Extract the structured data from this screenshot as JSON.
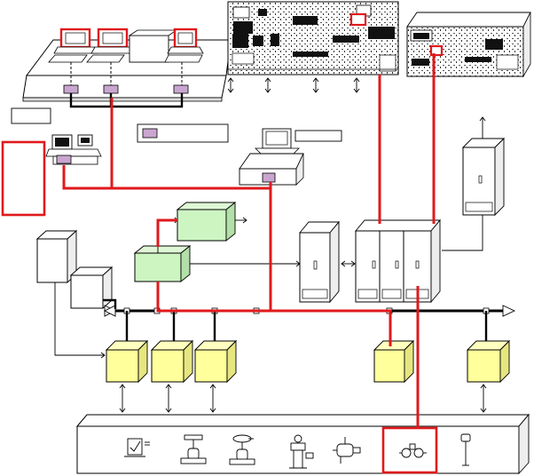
{
  "diagram": {
    "title": "",
    "labels": [],
    "legend_label": "",
    "colors": {
      "signal_path": "#e0191c",
      "bus": "#000000",
      "controller_fill": "#ccf5c2",
      "io_module_fill": "#ffff9c",
      "interface_module_fill": "#c9a6cf",
      "cabinet_fill": "#ffffff",
      "console_fill": "#ffffff"
    },
    "components": {
      "operator_consoles": [
        "console-1",
        "console-2",
        "console-3"
      ],
      "control_panels": [
        "main-control-panel",
        "auxiliary-control-panel"
      ],
      "workstations": [
        "engineering-station",
        "maintenance-station"
      ],
      "controllers": [
        "controller-upper",
        "controller-lower"
      ],
      "io_modules": [
        "io-module-1",
        "io-module-2",
        "io-module-3",
        "io-module-4",
        "io-module-5"
      ],
      "field_devices": [
        "recorder-icon",
        "valve-icon",
        "actuated-valve-icon",
        "valve-positioner-icon",
        "pump-icon",
        "flow-transmitter-icon",
        "sensor-probe-icon"
      ],
      "cabinets": [
        "cabinet-single",
        "cabinet-triple",
        "cabinet-standalone",
        "cabinet-left-tall",
        "cabinet-left-small"
      ]
    }
  }
}
